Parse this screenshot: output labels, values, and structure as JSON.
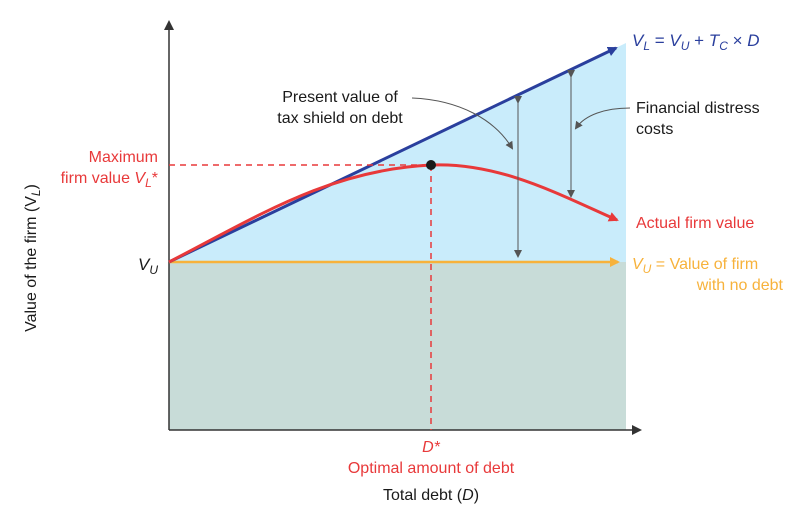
{
  "axes": {
    "y_label": "Value of the firm (V",
    "y_label_sub": "L",
    "y_label_close": ")",
    "x_label": "Total debt (",
    "x_label_var": "D",
    "x_label_close": ")"
  },
  "vu_tick": {
    "main": "V",
    "sub": "U"
  },
  "max_value_label": {
    "line1": "Maximum",
    "line2_prefix": "firm value ",
    "var": "V",
    "sub": "L",
    "star": "*"
  },
  "optimal": {
    "dstar": "D*",
    "caption": "Optimal amount of debt"
  },
  "tax_shield_label": {
    "line1": "Present value of",
    "line2": "tax shield on debt"
  },
  "distress_label": {
    "line1": "Financial distress",
    "line2": "costs"
  },
  "levered_line_label": {
    "vl": "V",
    "vl_sub": "L",
    "eq": " = ",
    "vu": "V",
    "vu_sub": "U",
    "plus": " + ",
    "tc": "T",
    "tc_sub": "C",
    "times": " × ",
    "d": "D"
  },
  "actual_label": "Actual firm value",
  "unlevered_label": {
    "v": "V",
    "sub": "U",
    "rest": " = Value of firm",
    "line2": "with no debt"
  },
  "colors": {
    "levered_line": "#2a3f9d",
    "actual_curve": "#e8393a",
    "unlevered_line": "#f7b23b",
    "tax_region": "#c9ecfb",
    "base_region": "#c8dcd8",
    "axis": "#333333",
    "text": "#1a1a1a"
  }
}
